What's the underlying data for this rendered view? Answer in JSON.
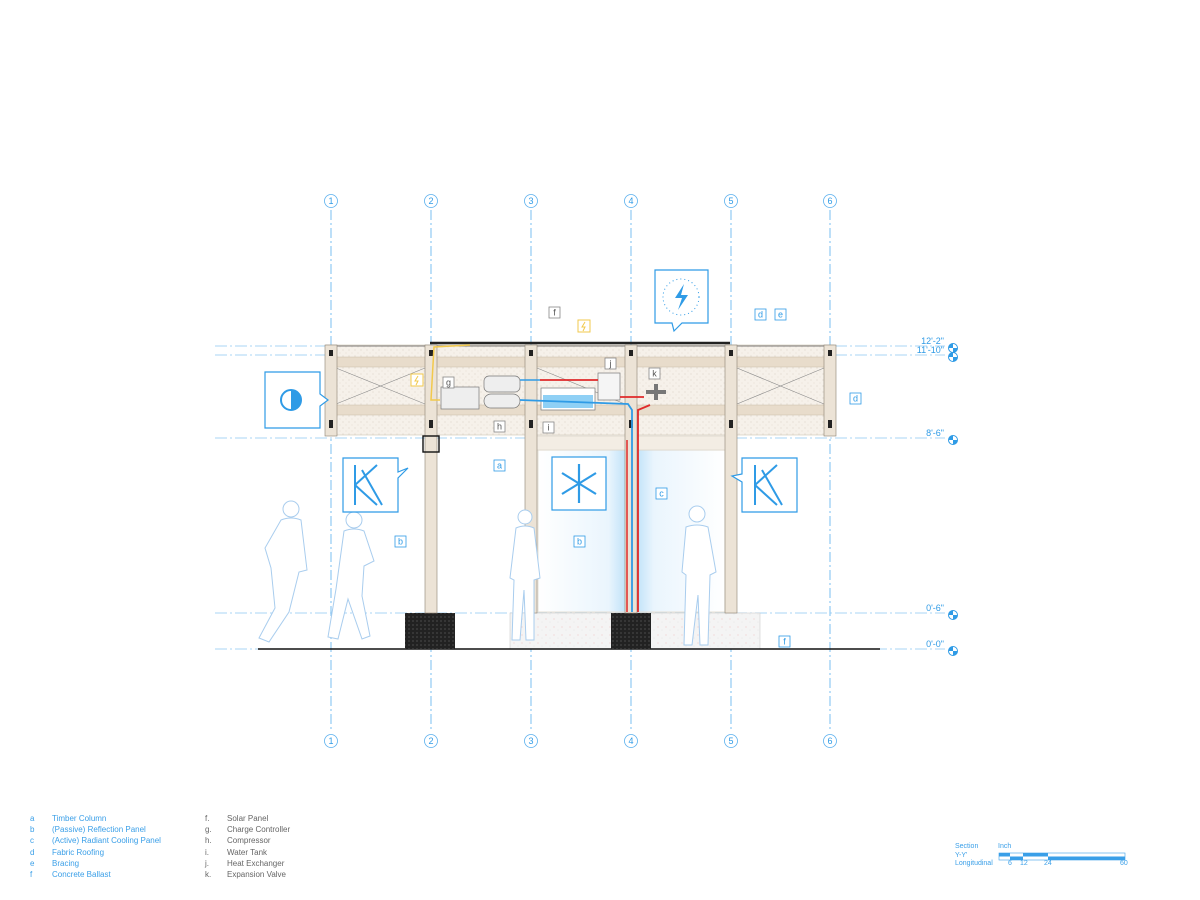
{
  "grid_labels": [
    "1",
    "2",
    "3",
    "4",
    "5",
    "6"
  ],
  "levels": [
    "12'-2\"",
    "11'-10\"",
    "8'-6\"",
    "0'-6\"",
    "0'-0\""
  ],
  "tags": {
    "a": "a",
    "b": "b",
    "c": "c",
    "d": "d",
    "e": "e",
    "f": "f",
    "g": "g",
    "h": "h",
    "i": "i",
    "j": "j",
    "k": "k"
  },
  "legend_left": [
    {
      "key": "a",
      "label": "Timber Column"
    },
    {
      "key": "b",
      "label": "(Passive) Reflection Panel"
    },
    {
      "key": "c",
      "label": "(Active) Radiant Cooling Panel"
    },
    {
      "key": "d",
      "label": "Fabric Roofing"
    },
    {
      "key": "e",
      "label": "Bracing"
    },
    {
      "key": "f",
      "label": "Concrete Ballast"
    }
  ],
  "legend_right": [
    {
      "key": "f.",
      "label": "Solar Panel"
    },
    {
      "key": "g.",
      "label": "Charge Controller"
    },
    {
      "key": "h.",
      "label": "Compressor"
    },
    {
      "key": "i.",
      "label": "Water Tank"
    },
    {
      "key": "j.",
      "label": "Heat Exchanger"
    },
    {
      "key": "k.",
      "label": "Expansion Valve"
    }
  ],
  "scale": {
    "title_lines": [
      "Section",
      "Y-Y'",
      "Longitudinal"
    ],
    "unit": "Inch",
    "ticks": [
      "6",
      "12",
      "24",
      "60"
    ]
  },
  "colors": {
    "accent": "#2f9be6",
    "hot": "#e02a2a",
    "power": "#f2c94c",
    "timber": "#e8dccb"
  }
}
